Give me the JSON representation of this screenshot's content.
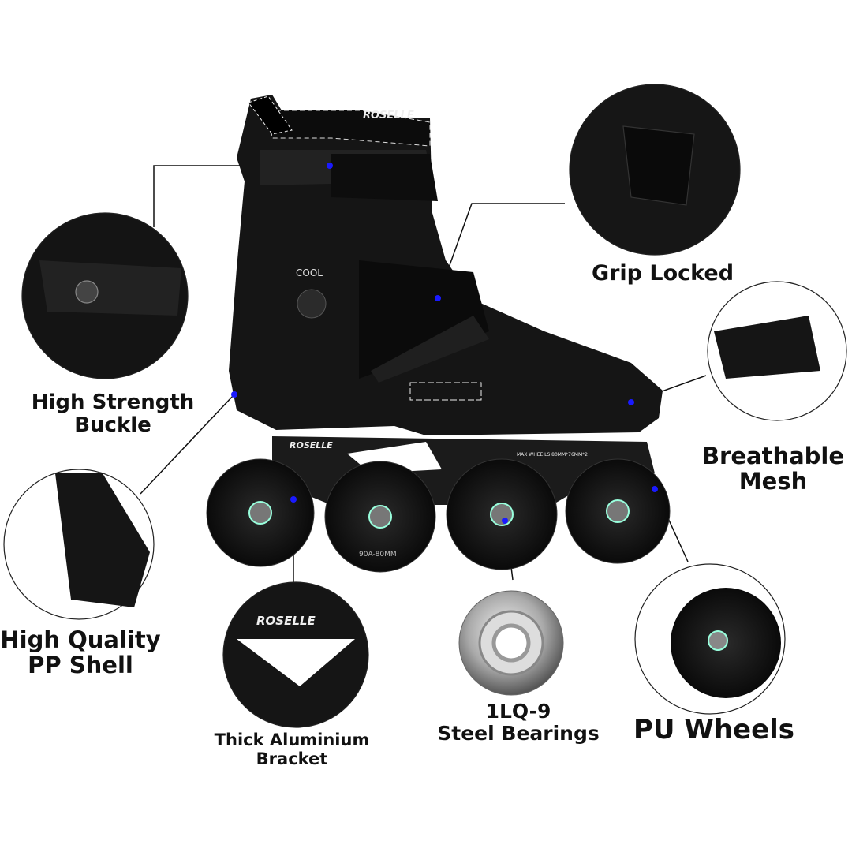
{
  "product": {
    "brand": "ROSELLE",
    "cuff_text": "COOL",
    "frame_text": "MAX WHEEILS 80MM*76MM*2",
    "wheel_text": "90A-80MM"
  },
  "features": [
    {
      "line1": "High Strength",
      "line2": "Buckle",
      "icon": "buckle-closeup"
    },
    {
      "line1": "Grip Locked",
      "line2": "",
      "icon": "strap-closeup"
    },
    {
      "line1": "Breathable",
      "line2": "Mesh",
      "icon": "toe-closeup"
    },
    {
      "line1": "High Quality",
      "line2": "PP Shell",
      "icon": "heel-closeup"
    },
    {
      "line1": "Thick Aluminium",
      "line2": "Bracket",
      "icon": "frame-closeup"
    },
    {
      "line1": "1LQ-9",
      "line2": "Steel Bearings",
      "icon": "bearing"
    },
    {
      "line1": "PU Wheels",
      "line2": "",
      "icon": "wheel-closeup"
    }
  ],
  "colors": {
    "skate": "#141414",
    "accent_dot": "#1a1aff",
    "text": "#111111"
  }
}
